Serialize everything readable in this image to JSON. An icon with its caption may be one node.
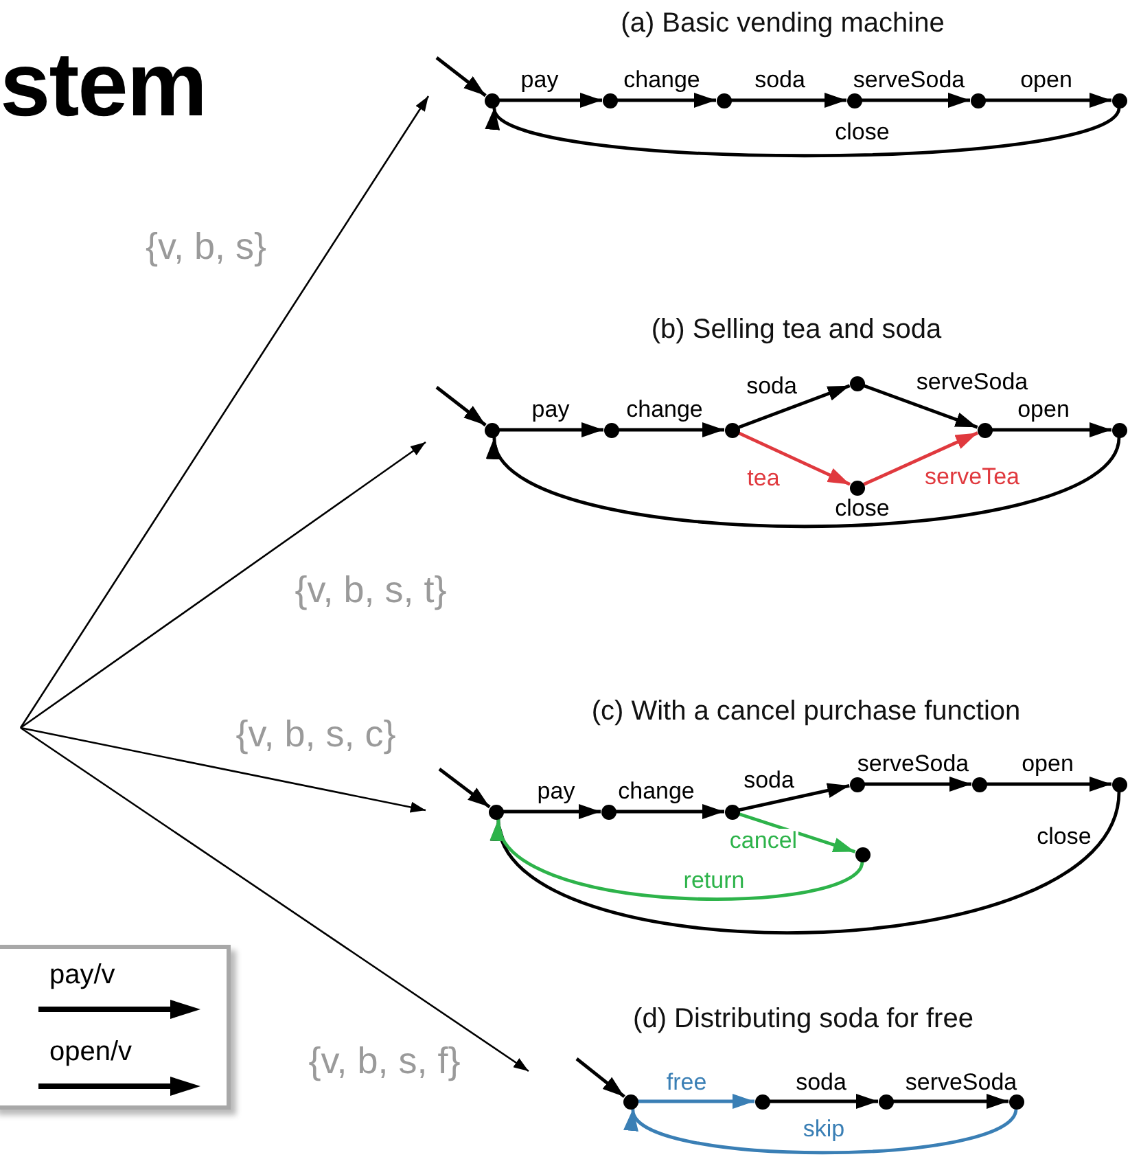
{
  "diagram": {
    "title": "stem",
    "nodes": [
      {
        "text": [
          "(a) Basic vending machine"
        ]
      },
      {
        "text": [],
        "shape": "circle",
        "in": 0
      },
      {
        "text": [],
        "shape": "circle",
        "in": 0
      },
      {
        "text": [],
        "shape": "circle",
        "in": 0
      },
      {
        "text": [],
        "shape": "circle",
        "in": 0
      },
      {
        "text": [],
        "shape": "circle",
        "in": 0
      },
      {
        "text": [],
        "shape": "circle",
        "in": 0
      },
      {
        "text": [
          "(b) Selling tea and soda"
        ]
      },
      {
        "text": [],
        "shape": "circle",
        "in": 7
      },
      {
        "text": [],
        "shape": "circle",
        "in": 7
      },
      {
        "text": [],
        "shape": "circle",
        "in": 7
      },
      {
        "text": [],
        "shape": "circle",
        "in": 7
      },
      {
        "text": [],
        "shape": "circle",
        "in": 7
      },
      {
        "text": [],
        "shape": "circle",
        "in": 7
      },
      {
        "text": [],
        "shape": "circle",
        "in": 7
      },
      {
        "text": [
          "(c) With a cancel purchase function"
        ]
      },
      {
        "text": [],
        "shape": "circle",
        "in": 15
      },
      {
        "text": [],
        "shape": "circle",
        "in": 15
      },
      {
        "text": [],
        "shape": "circle",
        "in": 15
      },
      {
        "text": [],
        "shape": "circle",
        "in": 15
      },
      {
        "text": [],
        "shape": "circle",
        "in": 15
      },
      {
        "text": [],
        "shape": "circle",
        "in": 15
      },
      {
        "text": [],
        "shape": "circle",
        "in": 15
      },
      {
        "text": [
          "(d) Distributing soda for free"
        ]
      },
      {
        "text": [],
        "shape": "circle",
        "in": 23
      },
      {
        "text": [],
        "shape": "circle",
        "in": 23
      },
      {
        "text": [],
        "shape": "circle",
        "in": 23
      },
      {
        "text": [],
        "shape": "circle",
        "in": 23
      }
    ],
    "edges": [
      {
        "from": null,
        "to": 0,
        "arrow": "to",
        "label": "{v, b, s}"
      },
      {
        "from": null,
        "to": 7,
        "arrow": "to",
        "label": "{v, b, s, t}"
      },
      {
        "from": null,
        "to": 15,
        "arrow": "to",
        "label": "{v, b, s, c}"
      },
      {
        "from": null,
        "to": 23,
        "arrow": "to",
        "label": "{v, b, s, f}"
      },
      {
        "from": null,
        "to": 1,
        "arrow": "to"
      },
      {
        "from": 1,
        "to": 2,
        "arrow": "to",
        "label": "pay"
      },
      {
        "from": 2,
        "to": 3,
        "arrow": "to",
        "label": "change"
      },
      {
        "from": 3,
        "to": 4,
        "arrow": "to",
        "label": "soda"
      },
      {
        "from": 4,
        "to": 5,
        "arrow": "to",
        "label": "serveSoda"
      },
      {
        "from": 5,
        "to": 6,
        "arrow": "to",
        "label": "open"
      },
      {
        "from": 6,
        "to": 1,
        "arrow": "to",
        "label": "close"
      },
      {
        "from": null,
        "to": 8,
        "arrow": "to"
      },
      {
        "from": 8,
        "to": 9,
        "arrow": "to",
        "label": "pay"
      },
      {
        "from": 9,
        "to": 10,
        "arrow": "to",
        "label": "change"
      },
      {
        "from": 10,
        "to": 11,
        "arrow": "to",
        "label": "soda"
      },
      {
        "from": 11,
        "to": 13,
        "arrow": "to",
        "label": "serveSoda"
      },
      {
        "from": 10,
        "to": 12,
        "arrow": "to",
        "label": "tea",
        "color": "#e0393e"
      },
      {
        "from": 12,
        "to": 13,
        "arrow": "to",
        "label": "serveTea",
        "color": "#e0393e"
      },
      {
        "from": 13,
        "to": 14,
        "arrow": "to",
        "label": "open"
      },
      {
        "from": 14,
        "to": 8,
        "arrow": "to",
        "label": "close"
      },
      {
        "from": null,
        "to": 16,
        "arrow": "to"
      },
      {
        "from": 16,
        "to": 17,
        "arrow": "to",
        "label": "pay"
      },
      {
        "from": 17,
        "to": 18,
        "arrow": "to",
        "label": "change"
      },
      {
        "from": 18,
        "to": 19,
        "arrow": "to",
        "label": "soda"
      },
      {
        "from": 19,
        "to": 21,
        "arrow": "to",
        "label": "serveSoda"
      },
      {
        "from": 21,
        "to": 22,
        "arrow": "to",
        "label": "open"
      },
      {
        "from": 22,
        "to": 16,
        "arrow": "to",
        "label": "close"
      },
      {
        "from": 18,
        "to": 20,
        "arrow": "to",
        "label": "cancel",
        "color": "#2db34a"
      },
      {
        "from": 20,
        "to": 16,
        "arrow": "to",
        "label": "return",
        "color": "#2db34a"
      },
      {
        "from": null,
        "to": 24,
        "arrow": "to"
      },
      {
        "from": 24,
        "to": 25,
        "arrow": "to",
        "label": "free",
        "color": "#3a7fb5"
      },
      {
        "from": 25,
        "to": 26,
        "arrow": "to",
        "label": "soda"
      },
      {
        "from": 26,
        "to": 27,
        "arrow": "to",
        "label": "serveSoda"
      },
      {
        "from": 27,
        "to": 24,
        "arrow": "to",
        "label": "skip",
        "color": "#3a7fb5"
      }
    ],
    "legend": [
      {
        "text": "pay/v"
      },
      {
        "text": "open/v"
      }
    ]
  }
}
